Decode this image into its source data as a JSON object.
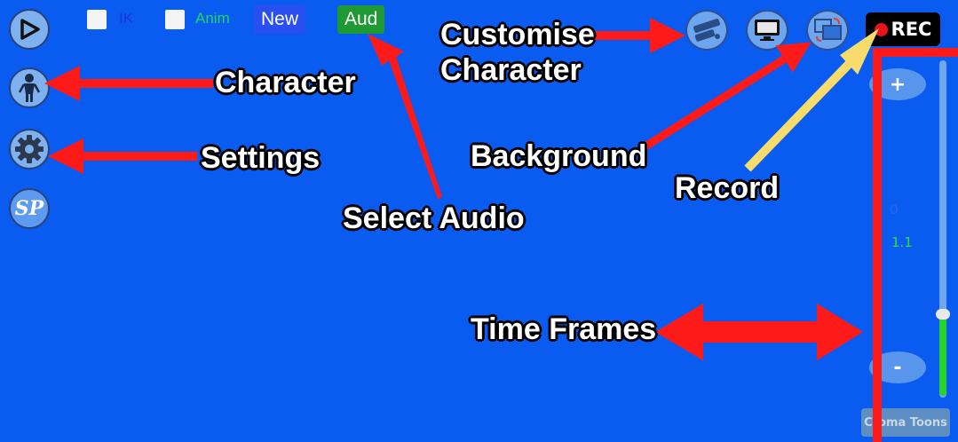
{
  "toolbar": {
    "ik_label": "IK",
    "anim_label": "Anim",
    "new_label": "New",
    "aud_label": "Aud",
    "rec_label": "REC",
    "sp_label": "SP"
  },
  "timeline": {
    "top_value": "0",
    "frame_value": "1.1",
    "zoom_in_label": "+",
    "zoom_out_label": "-",
    "level": 0.25
  },
  "logo": {
    "text": "Croma Toons"
  },
  "annotations": {
    "character": "Character",
    "settings": "Settings",
    "select_audio": "Select Audio",
    "customise_line1": "Customise",
    "customise_line2": "Character",
    "background": "Background",
    "record": "Record",
    "time_frames": "Time Frames"
  },
  "colors": {
    "background": "#0a5cf0",
    "arrow_red": "#ff1a1a",
    "arrow_yellow": "#f7dc6b",
    "aud_green": "#1f9a32",
    "new_blue": "#2a4ff0",
    "ik_blue": "#1a36d6",
    "anim_green": "#1ed760",
    "frame_green": "#27e03a"
  },
  "icons": [
    "play-icon",
    "character-icon",
    "gear-icon",
    "sp-icon",
    "customise-character-icon",
    "screen-icon",
    "background-swap-icon",
    "record-dot-icon"
  ]
}
